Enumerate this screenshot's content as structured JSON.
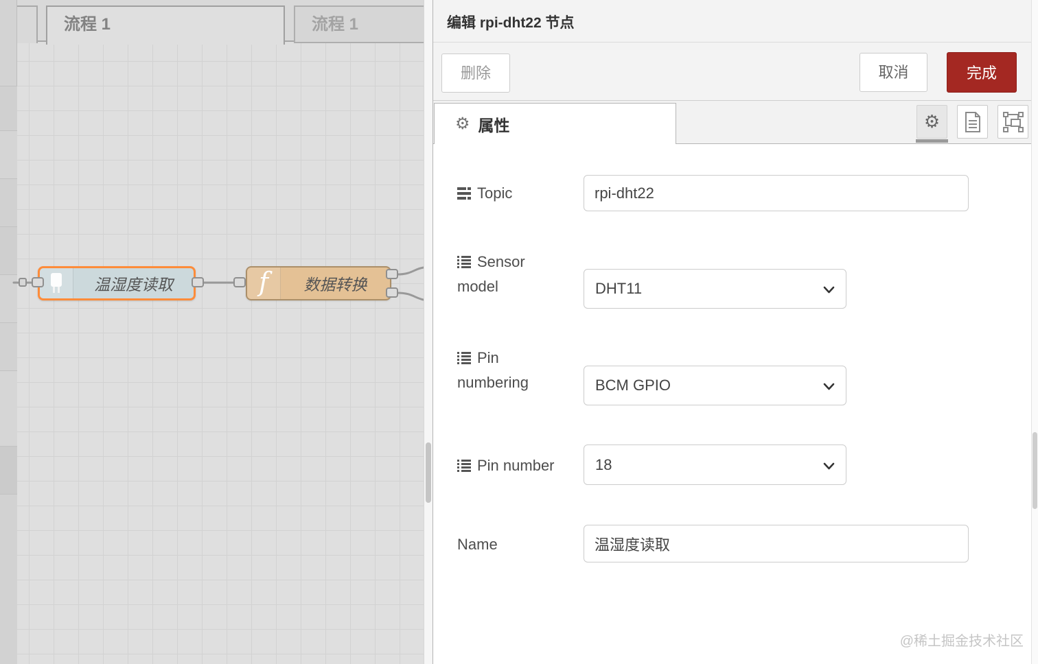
{
  "flow_editor": {
    "tabs": [
      {
        "label": "流程 1",
        "active": true
      },
      {
        "label": "流程 1",
        "active": false
      }
    ],
    "nodes": [
      {
        "label": "温湿度读取",
        "type": "rpi-dht22-sensor",
        "selected": true,
        "color": "#ccd9dc"
      },
      {
        "label": "数据转换",
        "type": "function",
        "selected": false,
        "color": "#e4c195",
        "icon_glyph": "f"
      }
    ]
  },
  "panel": {
    "title": "编辑 rpi-dht22 节点",
    "delete_label": "删除",
    "cancel_label": "取消",
    "done_label": "完成",
    "properties_tab_label": "属性",
    "form": {
      "topic": {
        "label": "Topic",
        "value": "rpi-dht22"
      },
      "sensor_model": {
        "label": "Sensor model",
        "value": "DHT11"
      },
      "pin_numbering": {
        "label": "Pin numbering",
        "value": "BCM GPIO"
      },
      "pin_number": {
        "label": "Pin number",
        "value": "18"
      },
      "name": {
        "label": "Name",
        "value": "温湿度读取"
      }
    },
    "watermark": "@稀土掘金技术社区"
  },
  "colors": {
    "done_button": "#a42822",
    "selected_node_border": "#ff8c3a",
    "dht_node_body": "#ccd9dc",
    "function_node_body": "#e4c195",
    "wire": "#999999"
  }
}
